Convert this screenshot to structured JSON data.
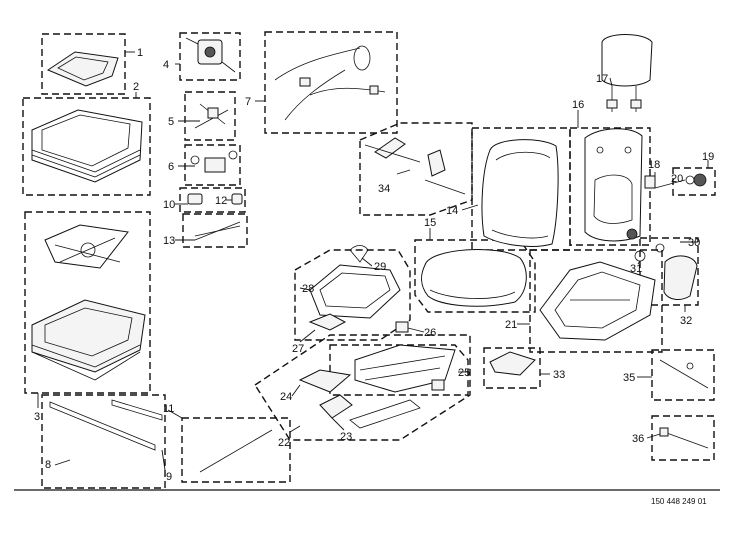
{
  "callouts": [
    "1",
    "2",
    "3",
    "4",
    "5",
    "6",
    "7",
    "8",
    "9",
    "10",
    "11",
    "12",
    "13",
    "14",
    "15",
    "16",
    "17",
    "18",
    "19",
    "20",
    "21",
    "22",
    "23",
    "24",
    "25",
    "26",
    "27",
    "28",
    "29",
    "30",
    "31",
    "32",
    "33",
    "34",
    "35",
    "36"
  ],
  "drawing_number": "150 448 249 01"
}
